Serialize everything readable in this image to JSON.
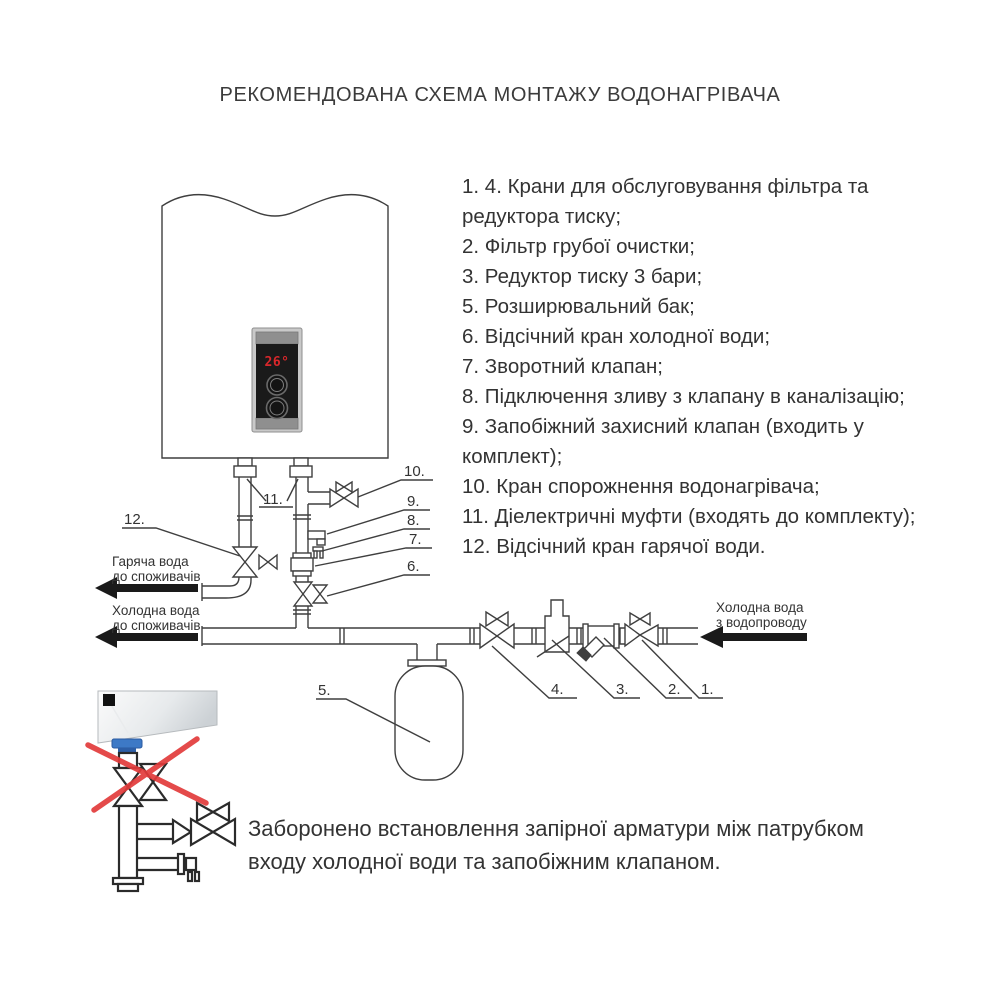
{
  "title": "РЕКОМЕНДОВАНА СХЕМА МОНТАЖУ ВОДОНАГРІВАЧА",
  "legend": {
    "items": [
      "1. 4. Крани для обслуговування фільтра та редуктора тиску;",
      "2. Фільтр грубої очистки;",
      "3. Редуктор тиску 3 бари;",
      "5. Розширювальний бак;",
      "6. Відсічний кран холодної води;",
      "7. Зворотний клапан;",
      "8. Підключення зливу з клапану в каналізацію;",
      "9. Запобіжний захисний клапан (входить у комплект);",
      "10. Кран спорожнення водонагрівача;",
      "11. Діелектричні муфти (входять до комплекту);",
      "12. Відсічний кран гарячої води."
    ]
  },
  "warning": "Заборонено встановлення запірної арматури між патрубком входу холодної води та запобіжним клапаном.",
  "diagram": {
    "display_temp": "26°",
    "flow_labels": {
      "hot_out": [
        "Гаряча вода",
        "до споживачів"
      ],
      "cold_out": [
        "Холодна вода",
        "до споживачів"
      ],
      "cold_in": [
        "Холодна вода",
        "з водопроводу"
      ]
    },
    "callouts": [
      "1.",
      "2.",
      "3.",
      "4.",
      "5.",
      "6.",
      "7.",
      "8.",
      "9.",
      "10.",
      "11.",
      "12."
    ]
  },
  "colors": {
    "diagram_line": "#3f3f3f",
    "arrow_black": "#1a1a1a",
    "prohibit_red": "#e23b3b",
    "connector_blue": "#3d79c6",
    "led_red": "#d8272b"
  }
}
